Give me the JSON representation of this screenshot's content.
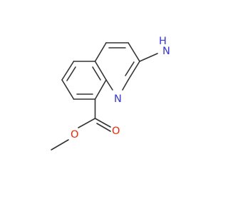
{
  "molecule": {
    "atoms": [
      {
        "id": "a1",
        "symbol": "N",
        "label": "N",
        "color": "#3333ff"
      },
      {
        "id": "a2",
        "symbol": "H",
        "label": "H",
        "color": "#3333ff"
      },
      {
        "id": "a3",
        "symbol": "N",
        "label": "N",
        "color": "#3333ff"
      },
      {
        "id": "a4",
        "symbol": "O",
        "label": "O",
        "color": "#ff2200"
      },
      {
        "id": "a5",
        "symbol": "O",
        "label": "O",
        "color": "#ff2200"
      }
    ],
    "bond_color": "#333333"
  }
}
